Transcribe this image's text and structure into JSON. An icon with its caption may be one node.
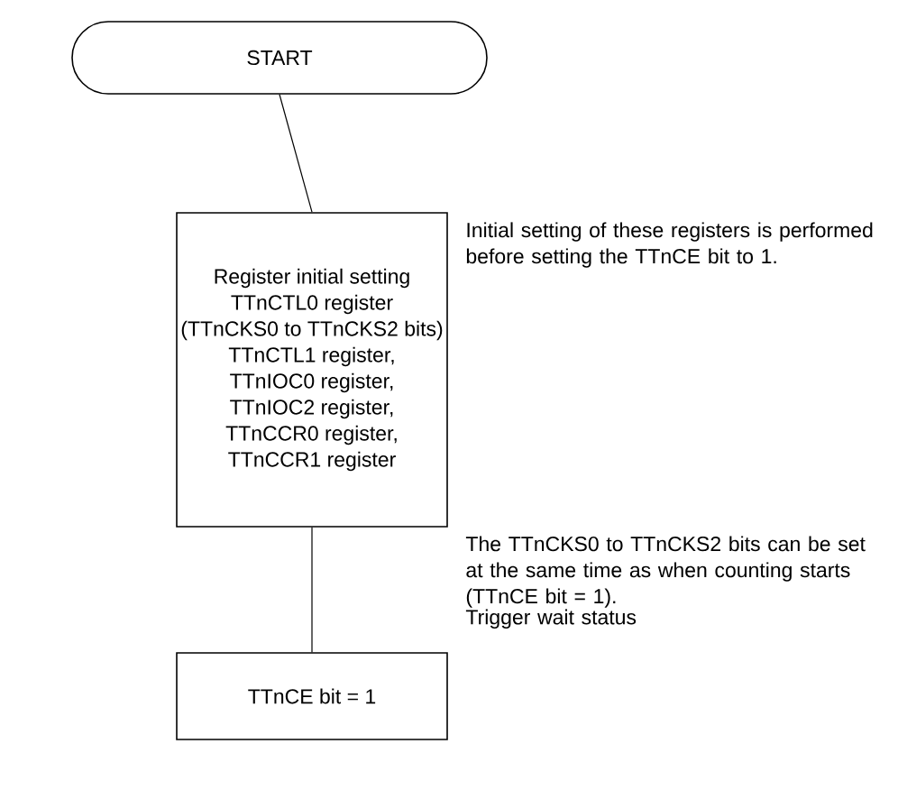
{
  "diagram": {
    "nodes": [
      {
        "text": [
          "START"
        ]
      },
      {
        "text": [
          "Register initial setting",
          "TTnCTL0 register",
          "(TTnCKS0 to TTnCKS2 bits)",
          "TTnCTL1 register,",
          "TTnIOC0 register,",
          "TTnIOC2 register,",
          "TTnCCR0 register,",
          "TTnCCR1 register"
        ],
        "beside": [
          "Initial setting of these registers is performed before setting the TTnCE bit to 1."
        ]
      },
      {
        "text": [
          "TTnCE bit = 1"
        ],
        "beside": [
          "The TTnCKS0 to TTnCKS2 bits can be set at the same time as when counting starts (TTnCE bit = 1).",
          "Trigger wait status"
        ]
      }
    ],
    "edges": [
      {
        "from": 0,
        "to": 1,
        "arrow": "none"
      },
      {
        "from": 1,
        "to": 2,
        "arrow": "none"
      }
    ]
  }
}
